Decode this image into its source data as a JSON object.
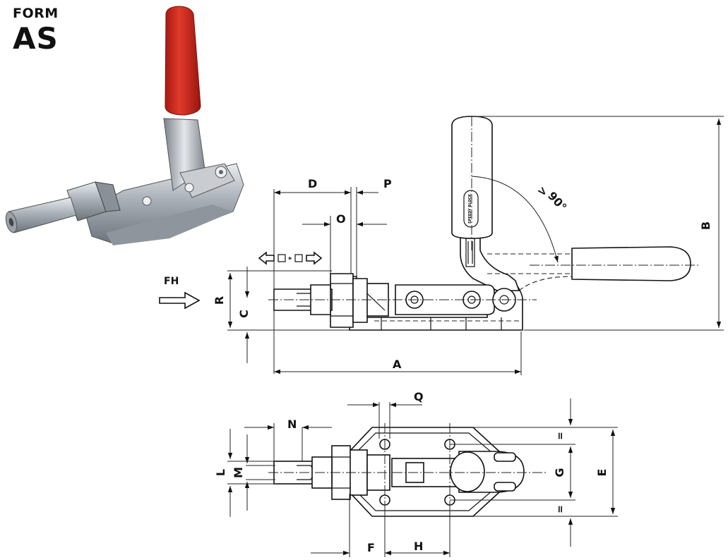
{
  "title": {
    "line1": "FORM",
    "line2": "AS"
  },
  "side_view": {
    "force_label": "FH",
    "angle_label": "90°",
    "angle_prefix": ">",
    "dims": {
      "A": "A",
      "B": "B",
      "C": "C",
      "D": "D",
      "O": "O",
      "P": "P",
      "R": "R"
    },
    "handle_text": "SPEEDY BLOCK"
  },
  "top_view": {
    "dims": {
      "E": "E",
      "F": "F",
      "G": "G",
      "H": "H",
      "L": "L",
      "M": "M",
      "N": "N",
      "Q": "Q"
    },
    "equal_mark": "="
  },
  "colors": {
    "handle_grip": "#d42a1e",
    "metal": "#b9bfc6",
    "line": "#111111"
  }
}
